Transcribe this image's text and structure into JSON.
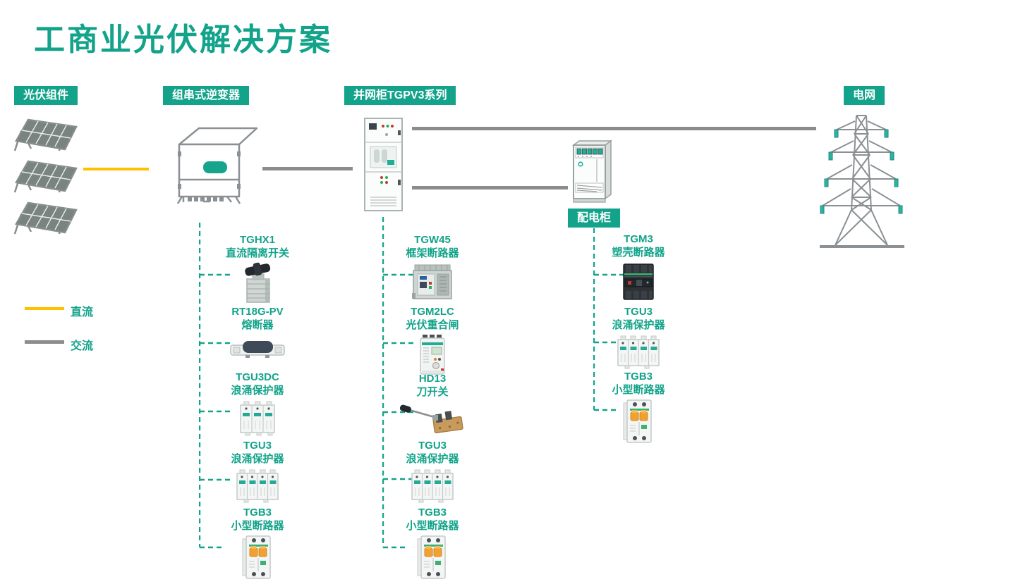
{
  "title": "工商业光伏解决方案",
  "colors": {
    "brand_green": "#12a38a",
    "dc_yellow": "#ffc000",
    "ac_gray": "#8c8c8c"
  },
  "tags": {
    "pv_modules": "光伏组件",
    "string_inverter": "组串式逆变器",
    "grid_cabinet": "并网柜TGPV3系列",
    "power_grid": "电网",
    "distribution_cabinet": "配电柜"
  },
  "legend": {
    "dc": "直流",
    "ac": "交流"
  },
  "devices": {
    "pv_array": "solar-panel-array",
    "inverter": "string-inverter-unit",
    "grid_cabinet": "grid-connection-cabinet",
    "distribution_cabinet": "distribution-cabinet",
    "power_grid": "transmission-tower"
  },
  "columns": [
    {
      "id": "inverter-chain",
      "items": [
        {
          "model": "TGHX1",
          "desc": "直流隔离开关",
          "icon": "rotary-isolator-icon"
        },
        {
          "model": "RT18G-PV",
          "desc": "熔断器",
          "icon": "fuse-icon"
        },
        {
          "model": "TGU3DC",
          "desc": "浪涌保护器",
          "icon": "surge-protector-3p-icon"
        },
        {
          "model": "TGU3",
          "desc": "浪涌保护器",
          "icon": "surge-protector-4p-icon"
        },
        {
          "model": "TGB3",
          "desc": "小型断路器",
          "icon": "mini-circuit-breaker-icon"
        }
      ]
    },
    {
      "id": "grid-cabinet-chain",
      "items": [
        {
          "model": "TGW45",
          "desc": "框架断路器",
          "icon": "air-circuit-breaker-icon"
        },
        {
          "model": "TGM2LC",
          "desc": "光伏重合闸",
          "icon": "pv-recloser-icon"
        },
        {
          "model": "HD13",
          "desc": "刀开关",
          "icon": "knife-switch-icon"
        },
        {
          "model": "TGU3",
          "desc": "浪涌保护器",
          "icon": "surge-protector-4p-icon"
        },
        {
          "model": "TGB3",
          "desc": "小型断路器",
          "icon": "mini-circuit-breaker-icon"
        }
      ]
    },
    {
      "id": "distribution-chain",
      "items": [
        {
          "model": "TGM3",
          "desc": "塑壳断路器",
          "icon": "molded-case-breaker-icon"
        },
        {
          "model": "TGU3",
          "desc": "浪涌保护器",
          "icon": "surge-protector-4p-icon"
        },
        {
          "model": "TGB3",
          "desc": "小型断路器",
          "icon": "mini-circuit-breaker-icon"
        }
      ]
    }
  ]
}
